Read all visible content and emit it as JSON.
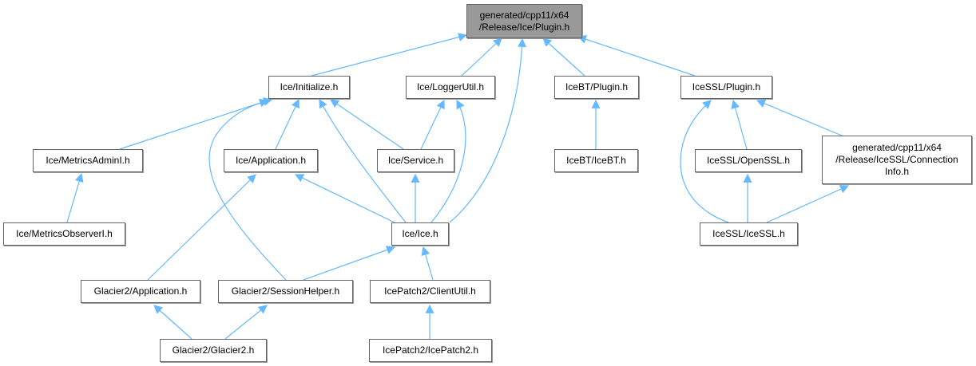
{
  "colors": {
    "edge": "#63b8ff",
    "root_fill": "#999999",
    "node_fill": "#ffffff",
    "border": "#666666"
  },
  "nodes": {
    "root": "generated/cpp11/x64\n/Release/Ice/Plugin.h",
    "initialize": "Ice/Initialize.h",
    "loggerutil": "Ice/LoggerUtil.h",
    "icebt_plugin": "IceBT/Plugin.h",
    "icessl_plugin": "IceSSL/Plugin.h",
    "metricsadmin": "Ice/MetricsAdminI.h",
    "application": "Ice/Application.h",
    "service": "Ice/Service.h",
    "icebt": "IceBT/IceBT.h",
    "openssl": "IceSSL/OpenSSL.h",
    "connectioninfo": "generated/cpp11/x64\n/Release/IceSSL/Connection\nInfo.h",
    "metricsobserver": "Ice/MetricsObserverI.h",
    "ice": "Ice/Ice.h",
    "icessl": "IceSSL/IceSSL.h",
    "g2app": "Glacier2/Application.h",
    "sessionhelper": "Glacier2/SessionHelper.h",
    "clientutil": "IcePatch2/ClientUtil.h",
    "glacier2": "Glacier2/Glacier2.h",
    "icepatch2": "IcePatch2/IcePatch2.h"
  }
}
